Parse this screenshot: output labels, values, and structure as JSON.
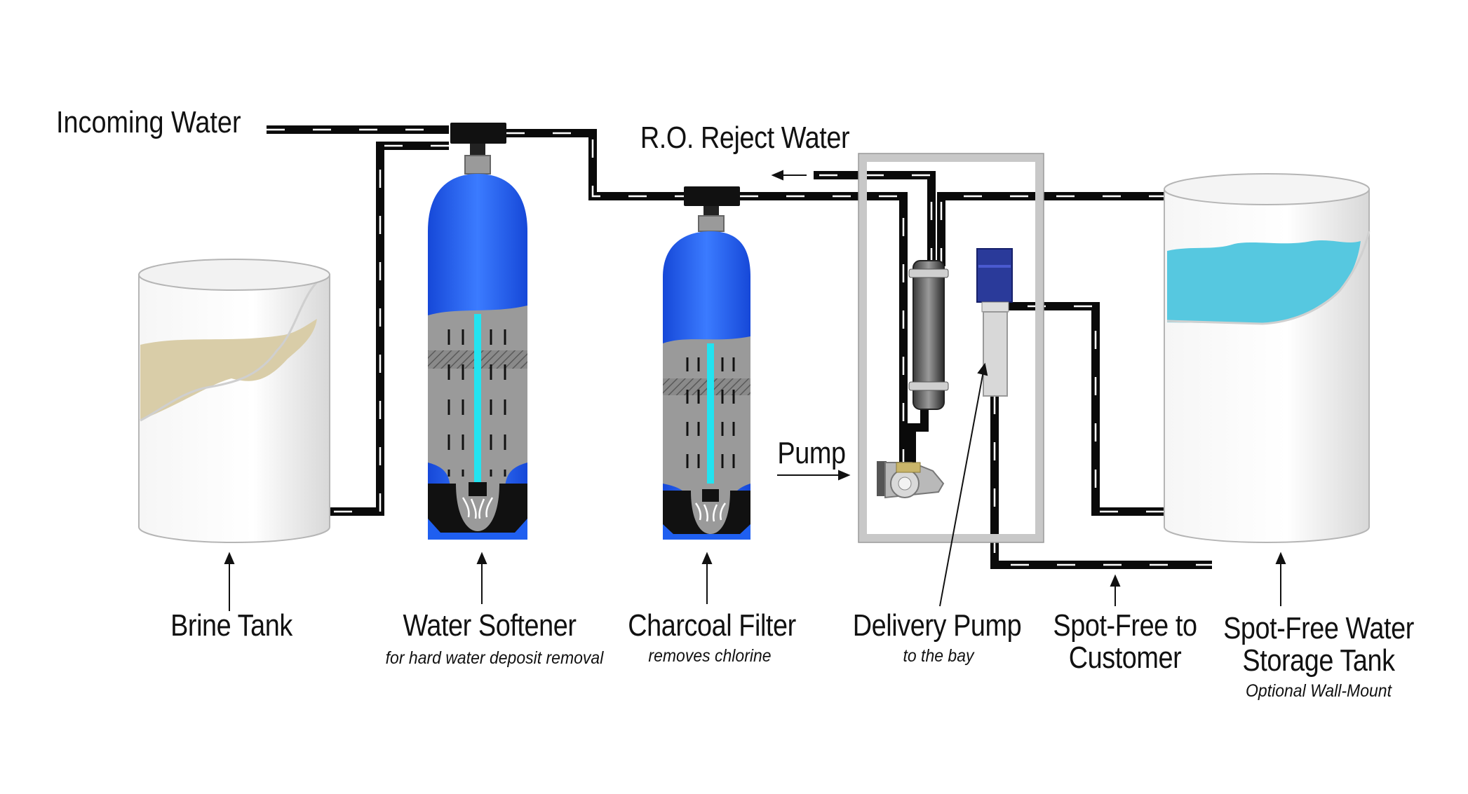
{
  "labels": {
    "incoming_water": "Incoming Water",
    "ro_reject_water": "R.O. Reject Water",
    "pump": "Pump",
    "brine_tank": "Brine Tank",
    "water_softener": "Water Softener",
    "water_softener_sub": "for hard water deposit removal",
    "charcoal_filter": "Charcoal Filter",
    "charcoal_filter_sub": "removes chlorine",
    "delivery_pump": "Delivery Pump",
    "delivery_pump_sub": "to the bay",
    "spot_free_customer_1": "Spot-Free to",
    "spot_free_customer_2": "Customer",
    "storage_tank_1": "Spot-Free Water",
    "storage_tank_2": "Storage Tank",
    "storage_tank_sub": "Optional Wall-Mount"
  },
  "colors": {
    "pipe": "#0a0a0a",
    "pipe_dash": "#ffffff",
    "vessel_blue": "#1f5ff0",
    "media_gray": "#9a9a9a",
    "riser_cyan": "#22e3f0",
    "brine_salt": "#d9cda8",
    "storage_water": "#56c8e0",
    "tank_shell": "#e9e9e9",
    "frame_gray": "#c8c8c8"
  }
}
